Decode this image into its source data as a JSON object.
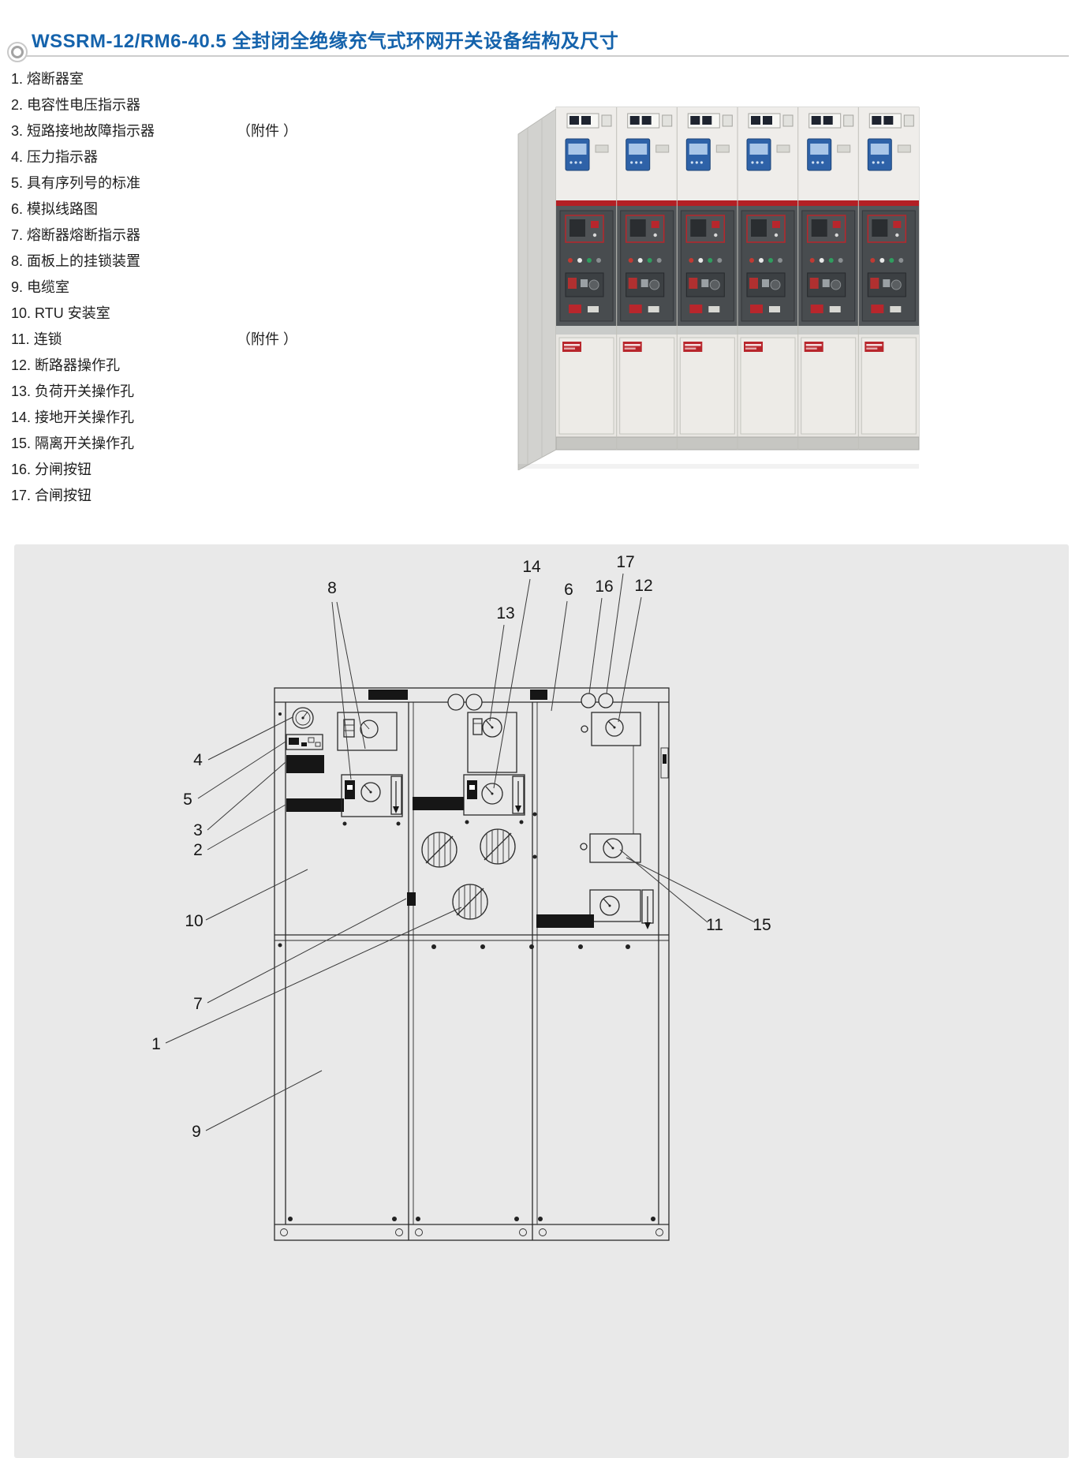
{
  "colors": {
    "title-blue": "#1563ac",
    "panel-gray": "#e9e9e9",
    "line-dark": "#2b2b2b",
    "photo-red": "#b8262c",
    "photo-blue": "#2e62a8"
  },
  "header": {
    "title": "WSSRM-12/RM6-40.5 全封闭全绝缘充气式环网开关设备结构及尺寸"
  },
  "parts_list": {
    "items": [
      {
        "num": "1.",
        "label": "熔断器室",
        "note": ""
      },
      {
        "num": "2.",
        "label": "电容性电压指示器",
        "note": ""
      },
      {
        "num": "3.",
        "label": "短路接地故障指示器",
        "note": "（附件 ）"
      },
      {
        "num": "4.",
        "label": "压力指示器",
        "note": ""
      },
      {
        "num": "5.",
        "label": "具有序列号的标准",
        "note": ""
      },
      {
        "num": "6.",
        "label": "模拟线路图",
        "note": ""
      },
      {
        "num": "7.",
        "label": "熔断器熔断指示器",
        "note": ""
      },
      {
        "num": "8.",
        "label": "面板上的挂锁装置",
        "note": ""
      },
      {
        "num": "9.",
        "label": "电缆室",
        "note": ""
      },
      {
        "num": "10.",
        "label": "RTU 安装室",
        "note": ""
      },
      {
        "num": "11.",
        "label": "连锁",
        "note": "（附件 ）"
      },
      {
        "num": "12.",
        "label": "断路器操作孔",
        "note": ""
      },
      {
        "num": "13.",
        "label": "负荷开关操作孔",
        "note": ""
      },
      {
        "num": "14.",
        "label": "接地开关操作孔",
        "note": ""
      },
      {
        "num": "15.",
        "label": "隔离开关操作孔",
        "note": ""
      },
      {
        "num": "16.",
        "label": "分闸按钮",
        "note": ""
      },
      {
        "num": "17.",
        "label": "合闸按钮",
        "note": ""
      }
    ]
  },
  "diagram": {
    "callouts": [
      "1",
      "2",
      "3",
      "4",
      "5",
      "6",
      "7",
      "8",
      "9",
      "10",
      "11",
      "12",
      "13",
      "14",
      "15",
      "16",
      "17"
    ]
  }
}
